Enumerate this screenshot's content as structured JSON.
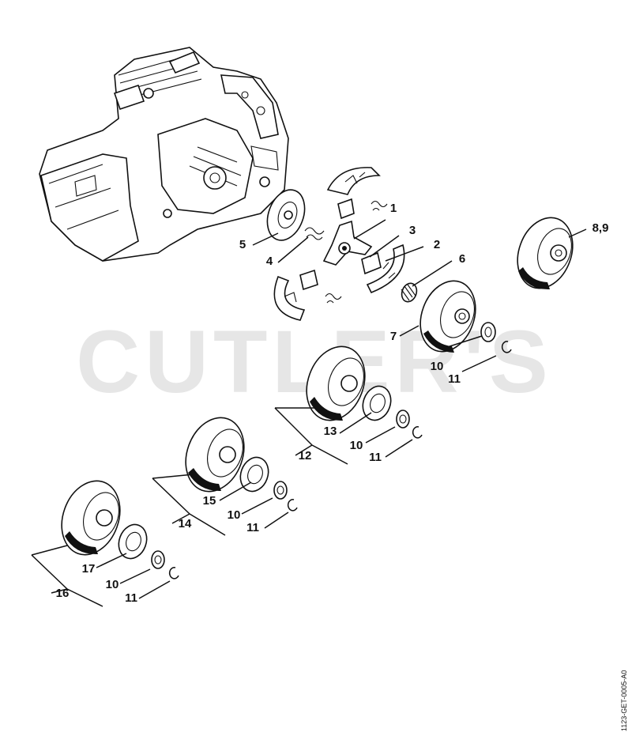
{
  "watermark": {
    "text": "CUTLER'S",
    "color": "#e6e6e6"
  },
  "document_id": "1123-GET-0005-A0",
  "callouts": {
    "c1": "1",
    "c2": "2",
    "c3": "3",
    "c4": "4",
    "c5": "5",
    "c6": "6",
    "c7": "7",
    "c8_9": "8,9",
    "c10_a": "10",
    "c11_a": "11",
    "c12": "12",
    "c13": "13",
    "c10_b": "10",
    "c11_b": "11",
    "c14": "14",
    "c15": "15",
    "c10_c": "10",
    "c11_c": "11",
    "c16": "16",
    "c17": "17",
    "c10_d": "10",
    "c11_d": "11"
  },
  "colors": {
    "ink": "#111111",
    "paper": "#ffffff"
  }
}
